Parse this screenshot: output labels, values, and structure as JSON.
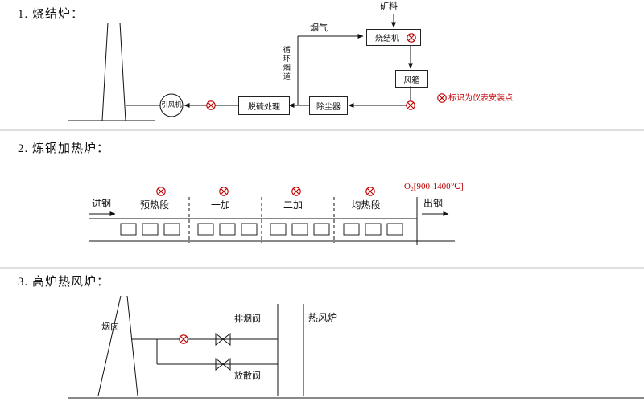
{
  "colors": {
    "instrument_accent": "#c00000",
    "line": "#1a1a1a"
  },
  "icons": {
    "instrument_point": "circle-cross-icon (⊗)"
  },
  "sections": {
    "s1": {
      "title": "1. 烧结炉：",
      "labels": {
        "ore": "矿料",
        "flue_gas": "烟气",
        "recirc_flue": "循环烟道",
        "sinter_machine": "烧结机",
        "wind_box": "风箱",
        "fan": "引风机",
        "desulf": "脱硫处理",
        "dust_collector": "除尘器",
        "note": "标识为仪表安装点"
      }
    },
    "s2": {
      "title": "2. 炼钢加热炉：",
      "labels": {
        "steel_in": "进钢",
        "steel_out": "出钢",
        "zone1": "预热段",
        "zone2": "一加",
        "zone3": "二加",
        "zone4": "均热段",
        "o2_note": "O₂[900-1400℃]"
      }
    },
    "s3": {
      "title": "3. 高炉热风炉：",
      "labels": {
        "chimney": "烟囱",
        "smoke_valve": "排烟阀",
        "release_valve": "放散阀",
        "stove": "热风炉"
      }
    }
  }
}
